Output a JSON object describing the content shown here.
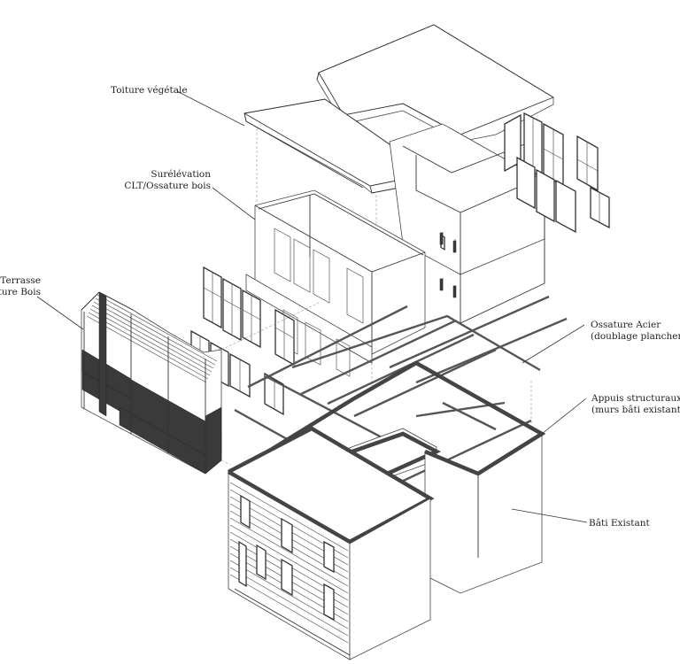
{
  "diagram": {
    "title": "Exploded axonometric – extension structure",
    "labels": {
      "toiture": "Toiture végétale",
      "surelevation_1": "Surélévation",
      "surelevation_2": "CLT/Ossature bois",
      "terrasse_1": "Terrasse",
      "terrasse_2": "sature Bois",
      "acier_1": "Ossature Acier",
      "acier_2": "(doublage plancher R+",
      "appuis_1": "Appuis structuraux",
      "appuis_2": "(murs bâti existant)",
      "bati": "Bâti Existant"
    },
    "colors": {
      "line": "#333333",
      "dark_fill": "#3a3a3a",
      "background": "#ffffff"
    }
  }
}
